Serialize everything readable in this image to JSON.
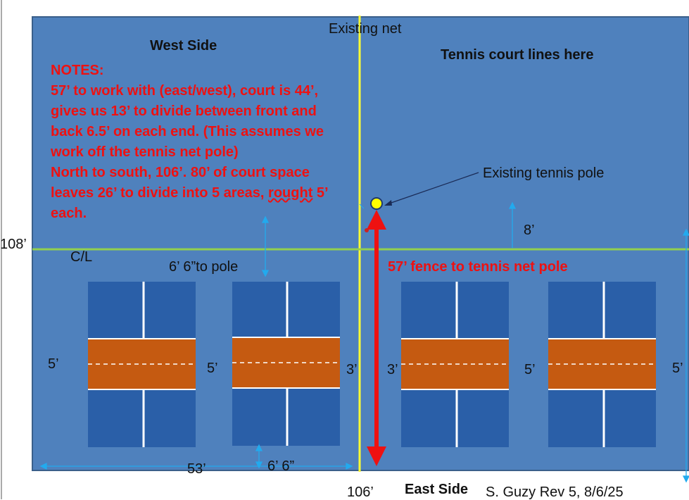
{
  "labels": {
    "existing_net": "Existing net",
    "west_side": "West Side",
    "tennis_lines": "Tennis court lines here",
    "existing_pole": "Existing tennis pole",
    "dim_108": "108’",
    "centerline": "C/L",
    "to_pole": "6’ 6”to pole",
    "dim_8": "8’",
    "fence_to_pole": "57’ fence to tennis net pole",
    "gap_5_left": "5’",
    "gap_5_a": "5’",
    "gap_3_a": "3’",
    "gap_3_b": "3’",
    "gap_5_b": "5’",
    "gap_5_right": "5’",
    "dim_53": "53’",
    "dim_6_6": "6’ 6”",
    "dim_106": "106’",
    "east_side": "East Side",
    "revision": "S. Guzy Rev  5, 8/6/25"
  },
  "notes": {
    "title": "NOTES:",
    "line1": "57’ to work with (east/west), court is 44’, gives us 13’ to divide between front and back 6.5’ on each end. (This assumes we work off the tennis net pole)",
    "line2_a": "North to south, 106’.  80’ of court space leaves 26’ to divide into 5 areas, ",
    "line2_squiggle": "rought",
    "line2_b": " 5’ each."
  },
  "colors": {
    "background": "#4f81bd",
    "court": "#2a5fa8",
    "kitchen": "#c55a11",
    "net_line": "#ffff33",
    "centerline": "#92d050",
    "arrow_red": "#ee1111",
    "dimension": "#22aaee"
  }
}
